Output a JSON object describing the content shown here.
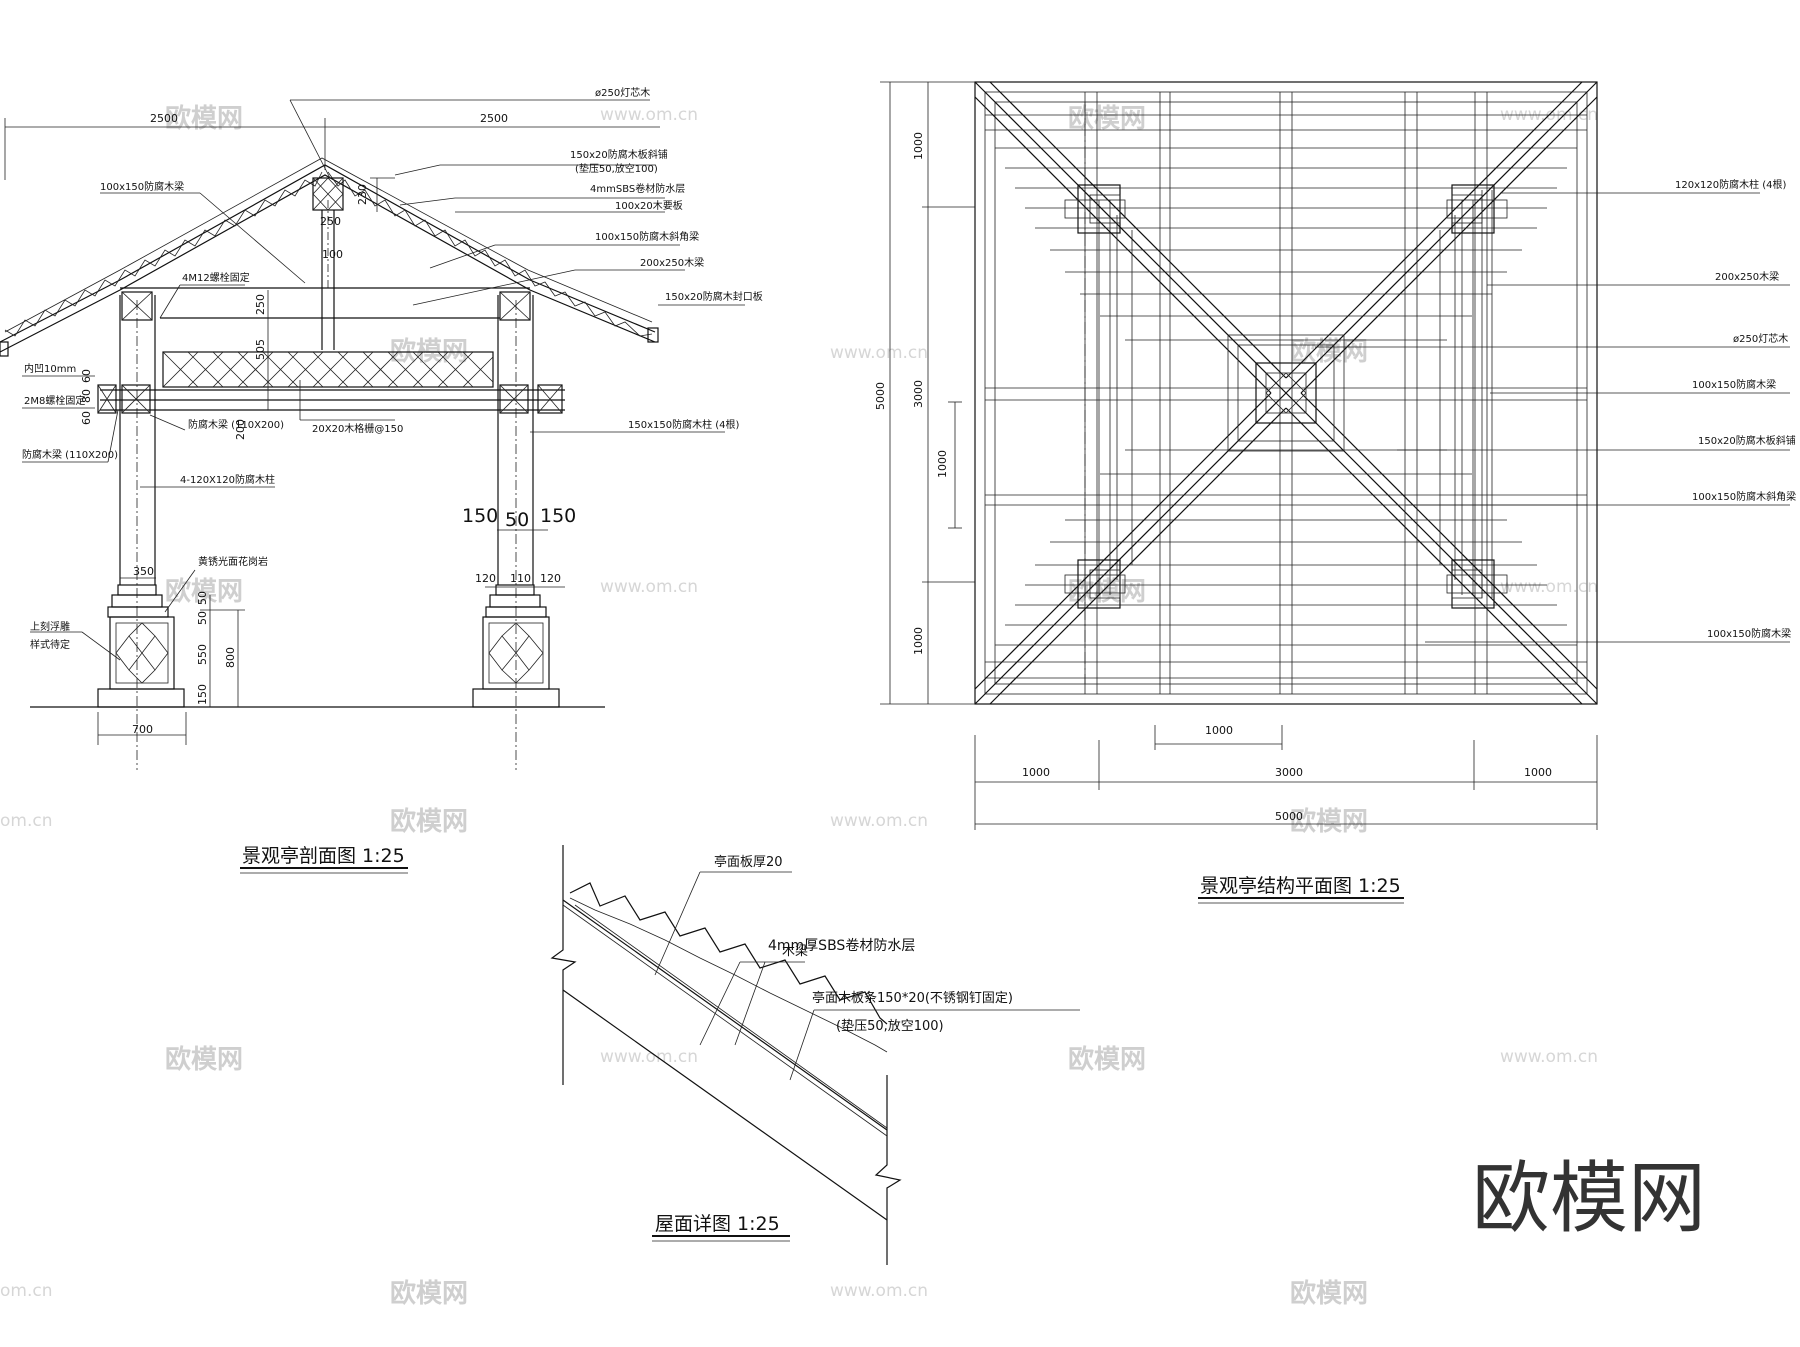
{
  "section_view": {
    "title": "景观亭剖面图 1:25",
    "dims": {
      "half_width_left": "2500",
      "half_width_right": "2500",
      "ridge_width": "250",
      "ridge_rise": "230",
      "ridge_post": "100",
      "beam_height": "250",
      "lattice_height": "505",
      "lower_gap": "200",
      "joint_60a": "60",
      "joint_80": "80",
      "joint_60b": "60",
      "col_left_w": "150",
      "col_gap": "50",
      "col_right_w": "150",
      "base_120a": "120",
      "base_110": "110",
      "base_120b": "120",
      "plinth_350": "350",
      "base_50a": "50",
      "base_50b": "50",
      "base_550": "550",
      "base_150": "150",
      "base_800": "800",
      "foot_700": "700"
    },
    "labels": {
      "ridge_wood": "ø250灯芯木",
      "deck_board": "150x20防腐木板斜铺",
      "deck_board_note": "(垫压50,放空100)",
      "sbs_layer": "4mmSBS卷材防水层",
      "keel": "100x20木要板",
      "rafter": "100x150防腐木斜角梁",
      "main_beam": "200x250木梁",
      "fascia": "150x20防腐木封口板",
      "purlin_left": "100x150防腐木梁",
      "bolt_m12": "4M12螺栓固定",
      "recess": "内凹10mm",
      "bolt_m8": "2M8螺栓固定",
      "lattice": "20X20木格栅@150",
      "beam_left": "防腐木梁 (110X200)",
      "beam_mid": "防腐木梁 (110X200)",
      "post_150": "150x150防腐木柱 (4根)",
      "post_120": "4-120X120防腐木柱",
      "stone_base": "黄锈光面花岗岩",
      "carving": "上刻浮雕",
      "carving2": "样式待定"
    }
  },
  "plan_view": {
    "title": "景观亭结构平面图 1:25",
    "dims": {
      "total_w": "5000",
      "seg1": "1000",
      "seg2": "3000",
      "seg3": "1000",
      "inner_1000": "1000",
      "total_h": "5000",
      "v_top": "1000",
      "v_mid": "3000",
      "v_bot": "1000",
      "v_inner": "1000"
    },
    "labels": {
      "posts": "120x120防腐木柱 (4根)",
      "beam": "200x250木梁",
      "core": "ø250灯芯木",
      "purlin": "100x150防腐木梁",
      "deck": "150x20防腐木板斜铺",
      "hip": "100x150防腐木斜角梁",
      "purlin2": "100x150防腐木梁"
    }
  },
  "roof_detail": {
    "title": "屋面详图 1:25",
    "labels": {
      "board": "亭面板厚20",
      "beam": "木梁",
      "sbs": "4mm厚SBS卷材防水层",
      "strip": "亭面木板条150*20(不锈钢钉固定)",
      "strip_note": "(垫压50,放空100)"
    }
  },
  "watermark": {
    "logo": "欧模网",
    "url": "www.om.cn",
    "url_short": "om.cn"
  }
}
